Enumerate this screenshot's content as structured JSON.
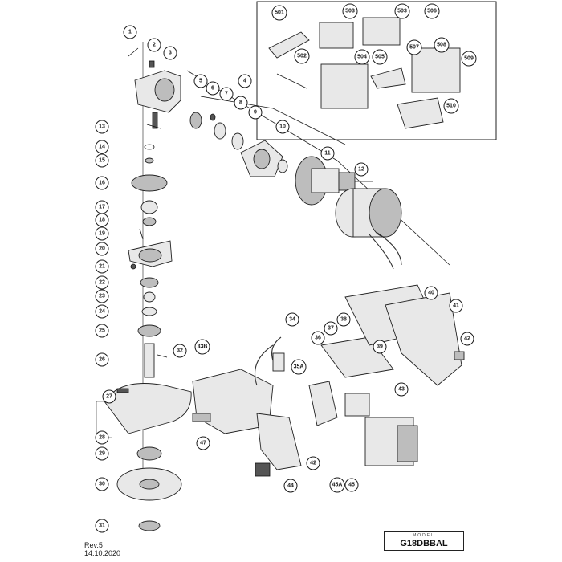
{
  "callouts": [
    "1",
    "2",
    "3",
    "4",
    "5",
    "6",
    "7",
    "8",
    "9",
    "10",
    "11",
    "12",
    "13",
    "14",
    "15",
    "16",
    "17",
    "18",
    "19",
    "20",
    "21",
    "22",
    "23",
    "24",
    "25",
    "26",
    "27",
    "28",
    "29",
    "30",
    "31",
    "32",
    "33B",
    "34",
    "35A",
    "36",
    "37",
    "38",
    "39",
    "40",
    "41",
    "42",
    "42",
    "43",
    "44",
    "45A",
    "45",
    "47",
    "501",
    "502",
    "503",
    "503",
    "504",
    "505",
    "506",
    "507",
    "508",
    "509",
    "510"
  ],
  "footer": {
    "revision": "Rev.5",
    "date": "14.10.2020",
    "model_label": "MODEL",
    "model_name": "G18DBBAL"
  }
}
